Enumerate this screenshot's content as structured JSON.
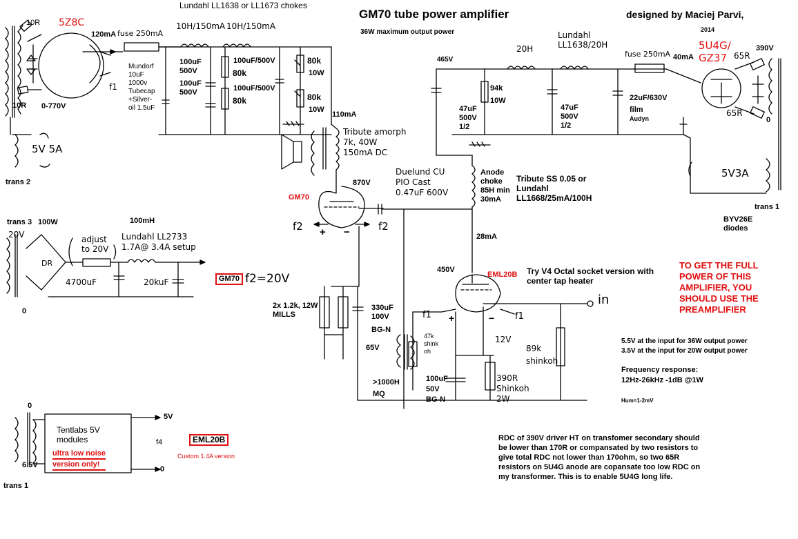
{
  "title": "GM70 tube power amplifier",
  "subtitle": "36W maximum output power",
  "designer": "designed by Maciej Parvi,",
  "year": "2014",
  "hv_supply": {
    "chokes_note": "Lundahl LL1638 or LL1673 chokes",
    "rectifier": "5Z8C",
    "r_10_top": "10R",
    "r_10_bottom": "10R",
    "current": "120mA",
    "fuse": "fuse 250mA",
    "choke1": "10H/150mA",
    "choke2": "10H/150mA",
    "cap_note_1": "Mundorf",
    "cap_note_2": "10uF",
    "cap_note_3": "1000v",
    "cap_note_4": "Tubecap",
    "cap_note_5": "+Silver-",
    "cap_note_6": "oil 1.5uF",
    "cap_a_1": "100uF",
    "cap_a_2": "500V",
    "cap_b_1": "100uF",
    "cap_b_2": "500V",
    "cap_c": "100uF/500V",
    "cap_d": "100uF/500V",
    "r_80k_1": "80k",
    "r_80k_2": "80k",
    "r_80k_3": "80k",
    "r_80k_4": "80k",
    "w10_1": "10W",
    "w10_2": "10W",
    "f1": "f1",
    "secondary": "0-770V",
    "heater": "5V 5A",
    "trans": "trans 2"
  },
  "output_stage": {
    "current_110": "110mA",
    "otx_1": "Tribute amorph",
    "otx_2": "7k, 40W",
    "otx_3": "150mA DC",
    "v870": "870V",
    "tube": "GM70",
    "coupling_1": "Duelund CU",
    "coupling_2": "PIO Cast",
    "coupling_3": "0.47uF 600V",
    "fil_left": "f2",
    "fil_right": "f2",
    "plus": "+",
    "minus": "−",
    "cathode_r_1": "2x 1.2k, 12W",
    "cathode_r_2": "MILLS",
    "cathode_c_1": "330uF",
    "cathode_c_2": "100V",
    "cathode_c_3": "BG-N",
    "v65": "65V",
    "grid_choke_1": ">1000H",
    "grid_choke_2": "MQ"
  },
  "filament_supply": {
    "trans": "trans 3",
    "power": "100W",
    "choke_mh": "100mH",
    "v20": "20V",
    "adjust_1": "adjust",
    "adjust_2": "to 20V",
    "choke_1": "Lundahl LL2733",
    "choke_2": "1.7A@ 3.4A setup",
    "cap1": "4700uF",
    "cap2": "20kuF",
    "tube_box": "GM70",
    "fil_note": "f2=20V",
    "zero": "0",
    "dr": "DR"
  },
  "driver_supply": {
    "v465": "465V",
    "choke_20h": "20H",
    "choke_model_1": "Lundahl",
    "choke_model_2": "LL1638/20H",
    "fuse": "fuse 250mA",
    "current": "40mA",
    "rectifier_1": "5U4G/",
    "rectifier_2": "GZ37",
    "r65_top": "65R",
    "r65_bottom": "65R",
    "v390": "390V",
    "zero": "0",
    "r94k_1": "94k",
    "r94k_2": "10W",
    "capa_1": "47uF",
    "capa_2": "500V",
    "capa_3": "1/2",
    "capb_1": "47uF",
    "capb_2": "500V",
    "capb_3": "1/2",
    "capc_1": "22uF/630V",
    "capc_2": "film",
    "capc_3": "Audyn",
    "heater": "5V3A",
    "trans": "trans 1",
    "diodes_1": "BYV26E",
    "diodes_2": "diodes"
  },
  "driver_stage": {
    "anode_choke_1": "Anode",
    "anode_choke_2": "choke",
    "anode_choke_3": "85H min",
    "anode_choke_4": "30mA",
    "tribute_1": "Tribute SS 0.05 or",
    "tribute_2": "Lundahl",
    "tribute_3": "LL1668/25mA/100H",
    "current": "28mA",
    "v450": "450V",
    "tube": "EML20B",
    "note_1": "Try V4 Octal socket version with",
    "note_2": "center tap heater",
    "input": "in",
    "f1_left": "f1",
    "f1_right": "f1",
    "plus": "+",
    "minus": "−",
    "r47k_1": "47k",
    "r47k_2": "shink",
    "r47k_3": "oh",
    "v12": "12V",
    "r89k_1": "89k",
    "r89k_2": "shinkoh",
    "cap_1": "100uF",
    "cap_2": "50V",
    "cap_3": "BG-N",
    "r390_1": "390R",
    "r390_2": "Shinkoh",
    "r390_3": "2W"
  },
  "notes": {
    "warn_1": "TO GET THE FULL",
    "warn_2": "POWER OF THIS",
    "warn_3": "AMPLIFIER, YOU",
    "warn_4": "SHOULD USE THE",
    "warn_5": "PREAMPLIFIER",
    "input_1": "5.5V at the input for 36W output power",
    "input_2": "3.5V at the input for 20W output power",
    "freq_title": "Frequency response:",
    "freq_value": "12Hz-26kHz -1dB  @1W",
    "hum": "Hum=1-2mV",
    "rdc_1": "RDC of 390V driver HT on transfomer secondary should",
    "rdc_2": "be lower than 170R or compansated by two resistors to",
    "rdc_3": "give total RDC not lower than 170ohm, so two 65R",
    "rdc_4": "resistors on 5U4G anode are copansate too low RDC on",
    "rdc_5": "my transformer. This is to enable 5U4G long life."
  },
  "tentlabs": {
    "zero_top": "0",
    "v65": "6.5V",
    "trans": "trans 1",
    "box_1": "Tentlabs 5V",
    "box_2": "modules",
    "box_3": "ultra low noise",
    "box_4": "version only!",
    "out_5v": "5V",
    "out_0": "0",
    "f4": "f4",
    "tube": "EML20B",
    "custom": "Custom 1.4A version"
  }
}
